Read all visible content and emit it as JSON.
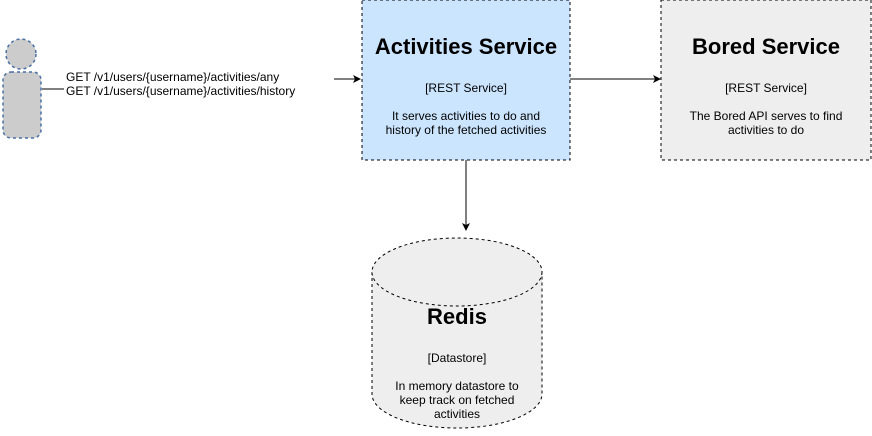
{
  "nodes": {
    "user": {
      "icon": "user-icon"
    },
    "activities_service": {
      "title": "Activities Service",
      "type": "[REST Service]",
      "description": "It serves activities to do and history of the fetched activities",
      "fill": "#cce5ff"
    },
    "bored_service": {
      "title": "Bored Service",
      "type": "[REST Service]",
      "description": "The Bored API serves to find activities to do",
      "fill": "#eeeeee"
    },
    "redis": {
      "title": "Redis",
      "type": "[Datastore]",
      "description": "In memory datastore to keep track on fetched activities",
      "fill": "#eeeeee"
    }
  },
  "edges": {
    "user_to_activities": {
      "label_line1": "GET /v1/users/{username}/activities/any",
      "label_line2": "GET /v1/users/{username}/activities/history"
    }
  },
  "colors": {
    "stroke": "#000000",
    "user_fill": "#cccccc",
    "user_stroke": "#4a6fa5"
  }
}
